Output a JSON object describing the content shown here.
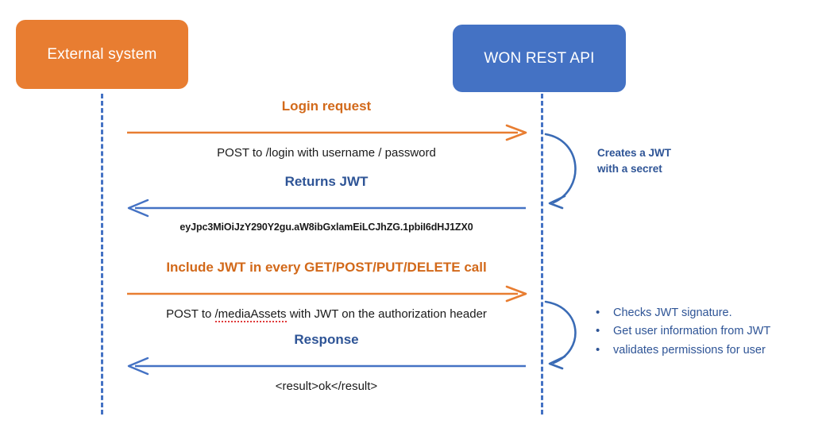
{
  "diagram": {
    "type": "sequence-diagram",
    "title": "WON REST API JWT authentication sequence",
    "colors": {
      "orange": "#E87D31",
      "blue": "#4472C4",
      "title_orange": "#D2691A",
      "title_blue": "#2E5496",
      "text": "#1A1A1A",
      "spellcheck_underline": "#E03A3A",
      "background": "#FFFFFF"
    }
  },
  "participants": [
    {
      "id": "external",
      "label": "External system",
      "color": "#E87D31"
    },
    {
      "id": "api",
      "label": "WON REST API",
      "color": "#4472C4"
    }
  ],
  "messages": [
    {
      "id": "login-request",
      "title": "Login request",
      "subtitle": "POST to /login with username / password",
      "direction": "right",
      "color": "#E87D31",
      "title_color": "#D2691A"
    },
    {
      "id": "returns-jwt",
      "title": "Returns JWT",
      "subtitle": "eyJpc3MiOiJzY290Y2gu.aW8ibGxlamEiLCJhZG.1pbiI6dHJ1ZX0",
      "direction": "left",
      "color": "#4472C4",
      "title_color": "#2E5496"
    },
    {
      "id": "include-jwt",
      "title": "Include JWT in every GET/POST/PUT/DELETE call",
      "subtitle_before": "POST to ",
      "subtitle_spellchecked": "/mediaAssets",
      "subtitle_after": " with JWT on the authorization header",
      "direction": "right",
      "color": "#E87D31",
      "title_color": "#D2691A"
    },
    {
      "id": "response",
      "title": "Response",
      "subtitle": "<result>ok</result>",
      "direction": "left",
      "color": "#4472C4",
      "title_color": "#2E5496"
    }
  ],
  "self_calls": [
    {
      "id": "creates-jwt",
      "note_lines": [
        "Creates a JWT",
        "with a secret"
      ],
      "color": "#2E5496"
    },
    {
      "id": "validates-jwt",
      "bullets": [
        "Checks JWT signature.",
        "Get user information from JWT",
        "validates permissions for user"
      ],
      "bullet_glyph": "•",
      "color": "#2E5496"
    }
  ]
}
